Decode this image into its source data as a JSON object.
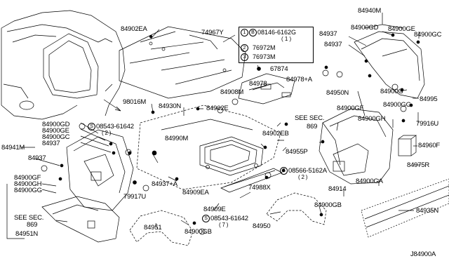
{
  "legend": {
    "rows": [
      {
        "marker": "1",
        "marker2": "B",
        "part": "08146-6162G",
        "qty": "( 1 )"
      },
      {
        "marker": "2",
        "part": "76972M"
      },
      {
        "marker": "3",
        "part": "76973M"
      }
    ]
  },
  "labels": {
    "l84940M": "84940M",
    "l84902EA": "84902EA",
    "l74967Y": "74967Y",
    "l84937a": "84937",
    "l84900GD": "84900GD",
    "l84900GE": "84900GE",
    "l84937b": "84937",
    "l84900GC": "84900GC",
    "l67874": "67874",
    "l84978": "84978",
    "l84978A": "84978+A",
    "l84908M": "84908M",
    "l98016M": "98016M",
    "l84930N": "84930N",
    "l84902E": "84902E",
    "l84950N": "84950N",
    "l84900Ga": "84900G",
    "l84995": "84995",
    "l84900GFr": "84900GF",
    "lSeeSec869r": "SEE SEC.",
    "lSeeSec869rn": "869",
    "l84900GG": "84900GG",
    "l84900GH": "84900GH",
    "l79916U": "79916U",
    "l84960F": "84960F",
    "l84975R": "84975R",
    "l84900GD2": "84900GD",
    "l84900GE2": "84900GE",
    "l84900GC2": "84900GC",
    "l84937c": "84937",
    "l84941M": "84941M",
    "l84937d": "84937",
    "l84900GF2": "84900GF",
    "l84900GH2": "84900GH",
    "l84900GG2": "84900GG",
    "l08543a": "08543-61642",
    "l08543aq": "( 2 )",
    "l84990M": "84990M",
    "l84902EB": "84902EB",
    "l84955P": "84955P",
    "l08566": "08566-5162A",
    "l08566q": "( 2 )",
    "l74988X": "74988X",
    "l84914": "84914",
    "l84900GA": "84900GA",
    "l84937A": "84937+A",
    "l84909EA": "84909EA",
    "l79917U": "79917U",
    "l84909E": "84909E",
    "l08543b": "08543-61642",
    "l08543bq": "( 7 )",
    "l84950": "84950",
    "l84900GB": "84900GB",
    "l84900GB2": "84900GB",
    "l84951": "84951",
    "l84935N": "84935N",
    "lSeeSec869l": "SEE SEC.",
    "lSeeSec869ln": "869",
    "l84951N": "84951N",
    "lRef": "J84900A"
  }
}
